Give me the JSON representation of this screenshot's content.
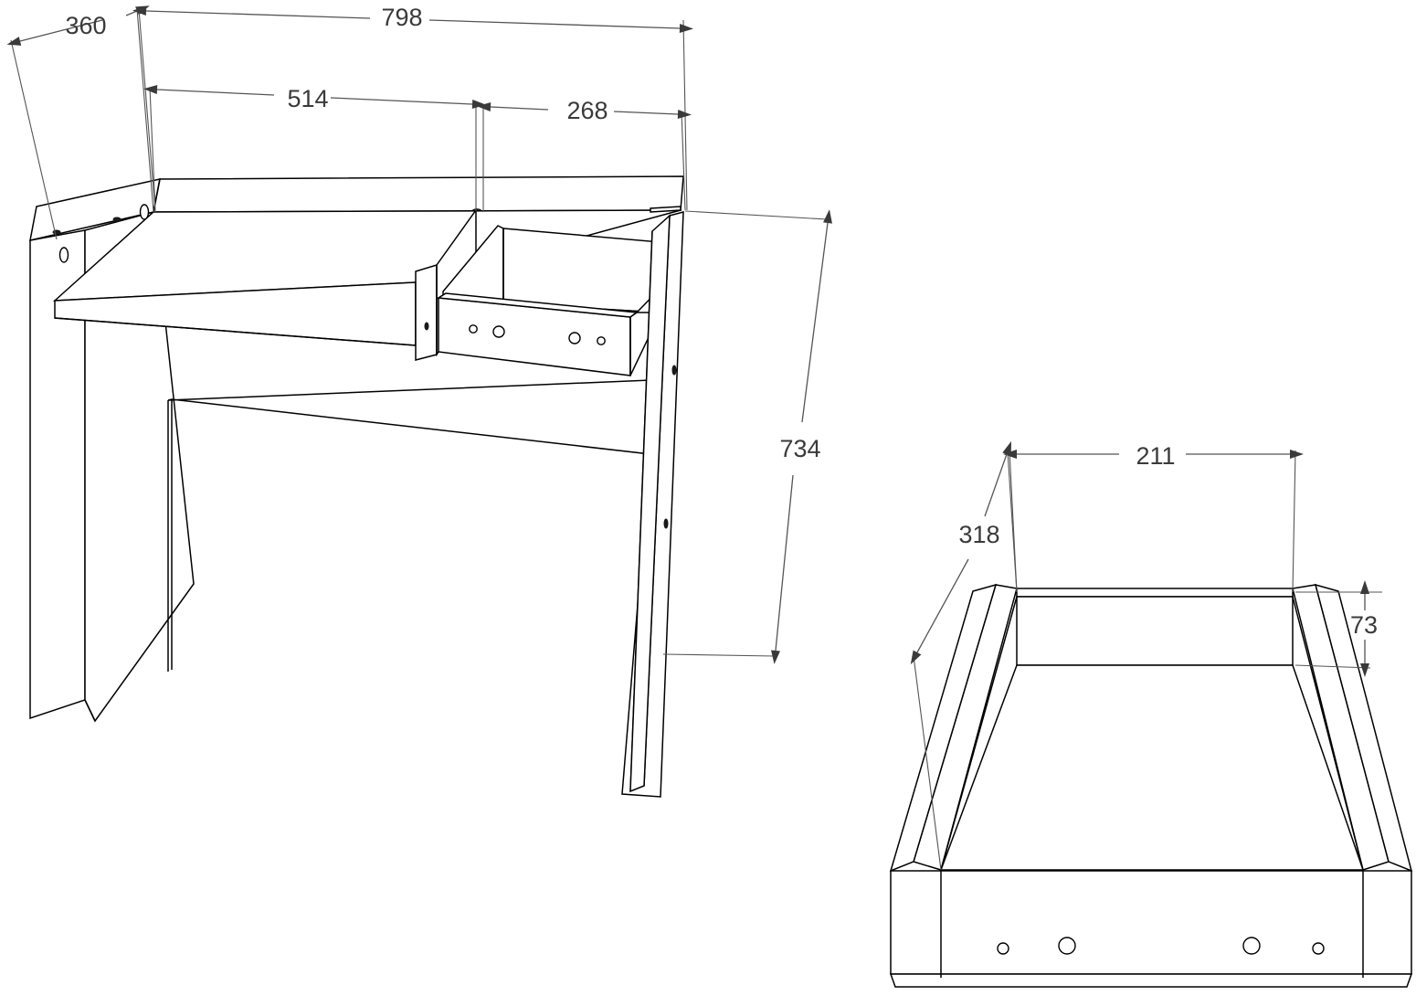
{
  "drawing": {
    "title": "Desk assembly technical drawing",
    "background_color": "#ffffff",
    "line_color": "#000000",
    "dimension_color": "#555555",
    "text_color": "#3a3a3a",
    "units": "mm",
    "views": [
      {
        "name": "desk-assembly-view",
        "label": "Desk with open drawer, isometric assembly view"
      },
      {
        "name": "drawer-detail-view",
        "label": "Drawer box detail, isometric view"
      }
    ]
  },
  "dimensions": {
    "depth_360": "360",
    "width_798": "798",
    "left_section_514": "514",
    "right_section_268": "268",
    "height_734": "734",
    "drawer_width_211": "211",
    "drawer_depth_318": "318",
    "drawer_height_73": "73"
  }
}
